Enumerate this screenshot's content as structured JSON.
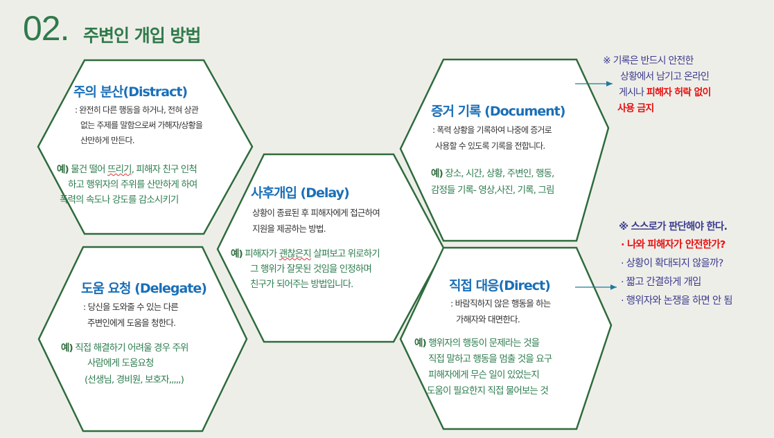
{
  "header": {
    "number": "02.",
    "title": "주변인 개입 방법"
  },
  "colors": {
    "title_green": "#2f7a4a",
    "hex_border": "#2e6b3c",
    "heading_blue": "#1a6fb8",
    "example_green": "#2e7d4f",
    "note_navy": "#3b3b8f",
    "warning_red": "#e81010",
    "arrow_teal": "#1c7a99",
    "background": "#eeeee9"
  },
  "hexagons": {
    "distract": {
      "title": "주의 분산(Distract)",
      "desc": [
        ": 완전히 다른 행동을 하거나, 전혀 상관",
        "없는 주제를 말함으로써 가해자/상황을",
        "산만하게 만든다."
      ],
      "example_mark": "예)",
      "example": [
        "물건 떨어 ",
        "뜨리기",
        ", 피해자 친구 인척",
        "하고 행위자의 주위를 산만하게 하여",
        "폭력의 속도나 강도를 감소시키기"
      ]
    },
    "delay": {
      "title": "사후개입 (Delay)",
      "desc": [
        "상황이 종료된 후 피해자에게 접근하여",
        "지원을 제공하는 방법."
      ],
      "example_mark": "예)",
      "example": [
        "피해자가 ",
        "괜찮은지",
        " 살펴보고 위로하기",
        "그 행위가 잘못된 것임을 인정하며",
        "친구가  되어주는 방법입니다."
      ]
    },
    "delegate": {
      "title": "도움 요청 (Delegate)",
      "desc": [
        ": 당신을 도와줄 수 있는 다른",
        "주변인에게  도움을 청한다."
      ],
      "example_mark": "예)",
      "example": [
        "직접 해결하기 어려울 경우 주위",
        "사람에게 도움요청",
        "(선생님, 경비원, 보호자,,,,,)"
      ]
    },
    "document": {
      "title": "증거 기록 (Document)",
      "desc": [
        ": 폭력 상황을 기록하여 나중에 증거로",
        "사용할 수 있도록 기록을 전합니다."
      ],
      "example_mark": "예)",
      "example": [
        "장소, 시간, 상황, 주변인, 행동,",
        "감정들 기록- 영상,사진, 기록, 그림"
      ]
    },
    "direct": {
      "title": "직접 대응(Direct)",
      "desc": [
        ": 바람직하지 않은 행동을 하는",
        "가해자와 대면한다."
      ],
      "example_mark": "예)",
      "example": [
        "행위자의 행동이 문제라는 것을",
        "직접 말하고 행동을 멈출 것을 요구",
        "피해자에게 무슨 일이 있었는지",
        "도움이 필요한지 직접 물어보는 것"
      ]
    }
  },
  "notes": {
    "document_note": {
      "mark": "※",
      "lines": [
        "기록은 반드시 안전한",
        "상황에서 남기고 온라인",
        "게시나 "
      ],
      "red_inline": "피해자 허락 없이",
      "red_line": "사용 금지"
    },
    "direct_note": {
      "heading": "※  스스로가 판단해야 한다.",
      "items": [
        {
          "text": "· 나와 피해자가 안전한가?",
          "emphasis": true
        },
        {
          "text": "· 상황이 확대되지 않을까?",
          "emphasis": false
        },
        {
          "text": "· 짧고 간결하게 개입",
          "emphasis": false
        },
        {
          "text": "· 행위자와 논쟁을 하면 안 됨",
          "emphasis": false
        }
      ]
    }
  }
}
